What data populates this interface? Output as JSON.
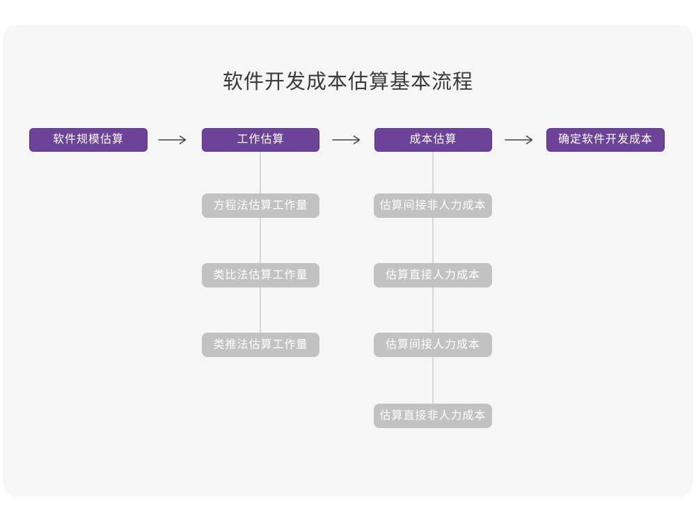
{
  "page": {
    "title": "软件开发成本估算基本流程"
  },
  "colors": {
    "card_bg": "#f6f6f7",
    "primary": "#6c4399",
    "primary_border": "#5d3390",
    "gray_node": "#c2c2c2",
    "connector": "#d8d8d8",
    "arrow": "#414141",
    "title_text": "#3b3b3b",
    "node_text": "#ffffff"
  },
  "flow": {
    "main_nodes": [
      {
        "label": "软件规模估算"
      },
      {
        "label": "工作估算"
      },
      {
        "label": "成本估算"
      },
      {
        "label": "确定软件开发成本"
      }
    ],
    "sub_columns": [
      {
        "parent": "工作估算",
        "nodes": [
          "方程法估算工作量",
          "类比法估算工作量",
          "类推法估算工作量"
        ]
      },
      {
        "parent": "成本估算",
        "nodes": [
          "估算间接非人力成本",
          "估算直接人力成本",
          "估算间接人力成本",
          "估算直接非人力成本"
        ]
      }
    ]
  }
}
